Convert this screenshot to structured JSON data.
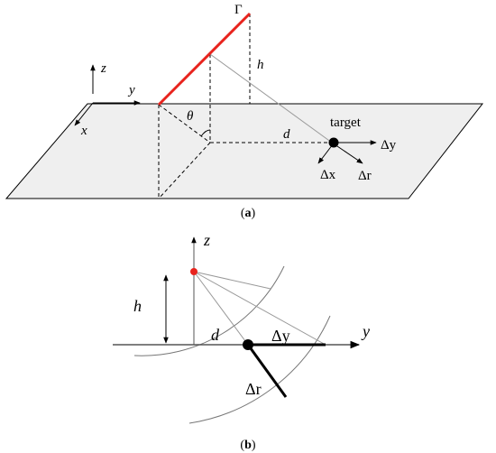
{
  "panel_a": {
    "caption_open": "(",
    "caption_letter": "a",
    "caption_close": ")",
    "labels": {
      "gamma": "Γ",
      "h": "h",
      "z": "z",
      "y": "y",
      "x": "x",
      "theta": "θ",
      "d": "d",
      "target": "target",
      "dy": "Δy",
      "dx": "Δx",
      "dr": "Δr"
    },
    "colors": {
      "aperture_line": "#e8231d",
      "plane_fill": "#efefef"
    }
  },
  "panel_b": {
    "caption_open": "(",
    "caption_letter": "b",
    "caption_close": ")",
    "labels": {
      "z": "z",
      "h": "h",
      "y": "y",
      "d": "d",
      "dy": "Δy",
      "dr": "Δr"
    },
    "colors": {
      "source_point": "#e8231d"
    }
  }
}
